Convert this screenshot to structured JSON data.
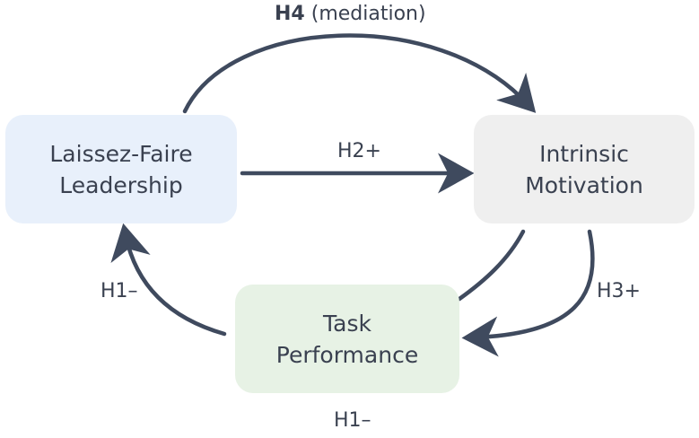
{
  "nodes": {
    "laissez_faire": {
      "line1": "Laissez-Faire",
      "line2": "Leadership"
    },
    "intrinsic_motivation": {
      "line1": "Intrinsic",
      "line2": "Motivation"
    },
    "task_performance": {
      "line1": "Task",
      "line2": "Performance"
    }
  },
  "edges": {
    "h4": {
      "code": "H4",
      "note": "(mediation)"
    },
    "h2": {
      "label": "H2+"
    },
    "h1_left": {
      "label": "H1–"
    },
    "h3": {
      "label": "H3+"
    },
    "h1_bottom": {
      "label": "H1–"
    }
  },
  "colors": {
    "arrow": "#3f4a5e",
    "laissez_faire_fill": "#e8f0fb",
    "intrinsic_motivation_fill": "#efefef",
    "task_performance_fill": "#e7f2e5"
  }
}
